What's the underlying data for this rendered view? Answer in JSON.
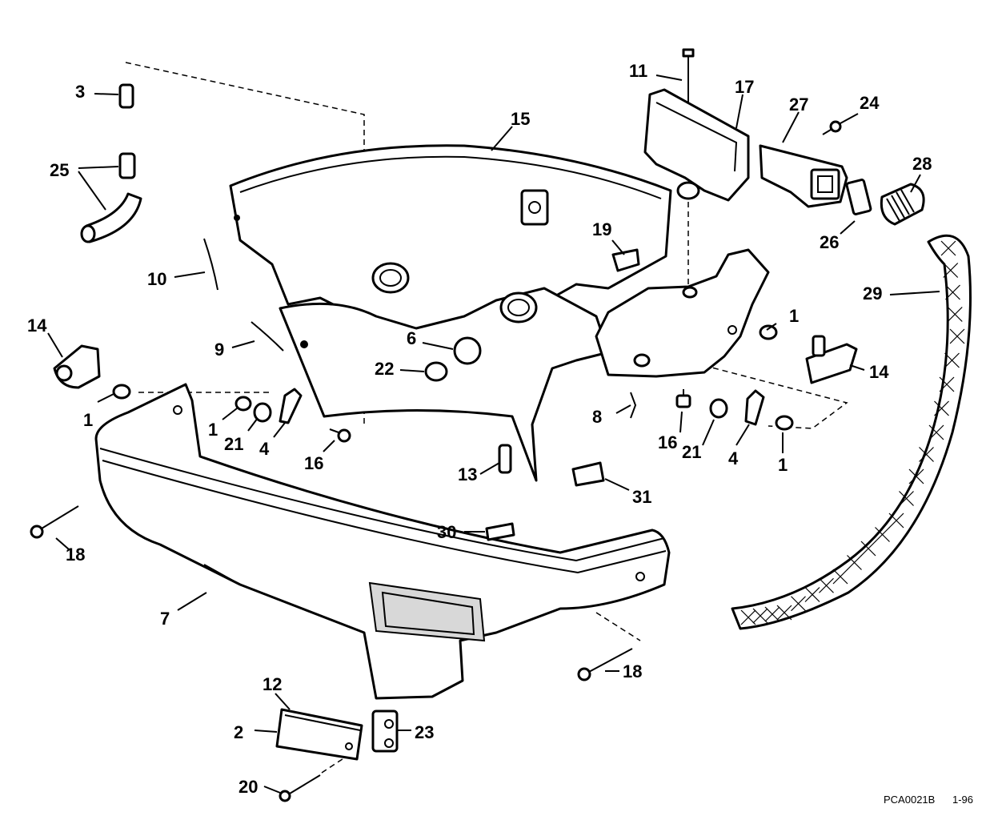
{
  "diagram": {
    "figure_code": "PCA0021B",
    "revision": "1-96",
    "callouts": [
      {
        "id": "c1a",
        "label": "1"
      },
      {
        "id": "c1b",
        "label": "1"
      },
      {
        "id": "c1c",
        "label": "1"
      },
      {
        "id": "c1d",
        "label": "1"
      },
      {
        "id": "c2",
        "label": "2"
      },
      {
        "id": "c3",
        "label": "3"
      },
      {
        "id": "c4a",
        "label": "4"
      },
      {
        "id": "c4b",
        "label": "4"
      },
      {
        "id": "c6",
        "label": "6"
      },
      {
        "id": "c7",
        "label": "7"
      },
      {
        "id": "c8",
        "label": "8"
      },
      {
        "id": "c9",
        "label": "9"
      },
      {
        "id": "c10",
        "label": "10"
      },
      {
        "id": "c11",
        "label": "11"
      },
      {
        "id": "c12",
        "label": "12"
      },
      {
        "id": "c13",
        "label": "13"
      },
      {
        "id": "c14a",
        "label": "14"
      },
      {
        "id": "c14b",
        "label": "14"
      },
      {
        "id": "c15",
        "label": "15"
      },
      {
        "id": "c16a",
        "label": "16"
      },
      {
        "id": "c16b",
        "label": "16"
      },
      {
        "id": "c17",
        "label": "17"
      },
      {
        "id": "c18a",
        "label": "18"
      },
      {
        "id": "c18b",
        "label": "18"
      },
      {
        "id": "c19",
        "label": "19"
      },
      {
        "id": "c20",
        "label": "20"
      },
      {
        "id": "c21a",
        "label": "21"
      },
      {
        "id": "c21b",
        "label": "21"
      },
      {
        "id": "c22",
        "label": "22"
      },
      {
        "id": "c23",
        "label": "23"
      },
      {
        "id": "c24",
        "label": "24"
      },
      {
        "id": "c25",
        "label": "25"
      },
      {
        "id": "c26",
        "label": "26"
      },
      {
        "id": "c27",
        "label": "27"
      },
      {
        "id": "c28",
        "label": "28"
      },
      {
        "id": "c29",
        "label": "29"
      },
      {
        "id": "c30",
        "label": "30"
      },
      {
        "id": "c31",
        "label": "31"
      }
    ]
  }
}
